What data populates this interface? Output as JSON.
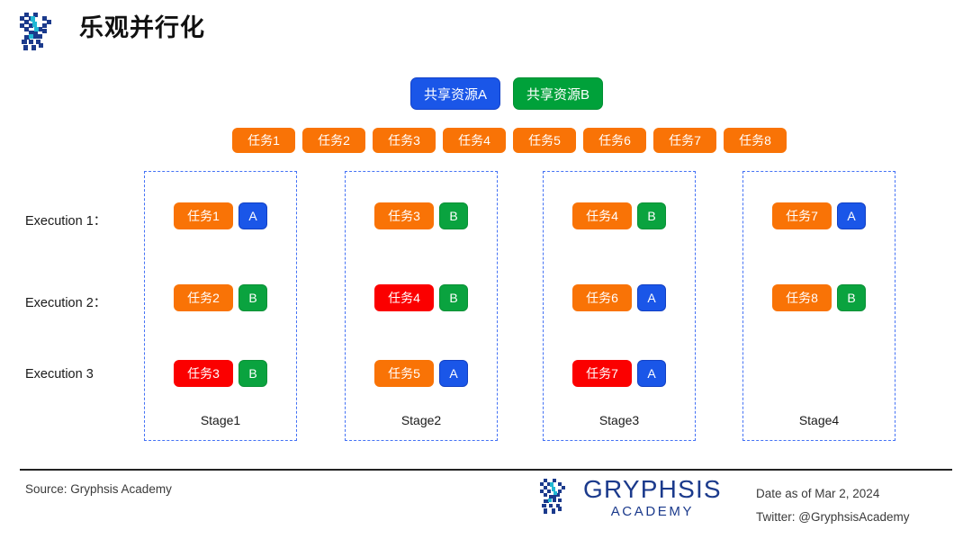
{
  "header": {
    "title": "乐观并行化",
    "logo_icon": "gryphsis-dragon-icon"
  },
  "resources": {
    "items": [
      {
        "label": "共享资源A",
        "color": "#1a56e8"
      },
      {
        "label": "共享资源B",
        "color": "#00a13a"
      }
    ]
  },
  "task_strip": {
    "tasks": [
      "任务1",
      "任务2",
      "任务3",
      "任务4",
      "任务5",
      "任务6",
      "任务7",
      "任务8"
    ],
    "color": "#f97306"
  },
  "executions": {
    "labels": [
      "Execution 1：",
      "Execution 2：",
      "Execution 3"
    ]
  },
  "stages": [
    {
      "label": "Stage1",
      "rows": [
        {
          "task": "任务1",
          "task_color": "#f97306",
          "badge": "A",
          "badge_color": "#1a56e8"
        },
        {
          "task": "任务2",
          "task_color": "#f97306",
          "badge": "B",
          "badge_color": "#0aa33f"
        },
        {
          "task": "任务3",
          "task_color": "#fb0000",
          "badge": "B",
          "badge_color": "#0aa33f"
        }
      ]
    },
    {
      "label": "Stage2",
      "rows": [
        {
          "task": "任务3",
          "task_color": "#f97306",
          "badge": "B",
          "badge_color": "#0aa33f"
        },
        {
          "task": "任务4",
          "task_color": "#fb0000",
          "badge": "B",
          "badge_color": "#0aa33f"
        },
        {
          "task": "任务5",
          "task_color": "#f97306",
          "badge": "A",
          "badge_color": "#1a56e8"
        }
      ]
    },
    {
      "label": "Stage3",
      "rows": [
        {
          "task": "任务4",
          "task_color": "#f97306",
          "badge": "B",
          "badge_color": "#0aa33f"
        },
        {
          "task": "任务6",
          "task_color": "#f97306",
          "badge": "A",
          "badge_color": "#1a56e8"
        },
        {
          "task": "任务7",
          "task_color": "#fb0000",
          "badge": "A",
          "badge_color": "#1a56e8"
        }
      ]
    },
    {
      "label": "Stage4",
      "rows": [
        {
          "task": "任务7",
          "task_color": "#f97306",
          "badge": "A",
          "badge_color": "#1a56e8"
        },
        {
          "task": "任务8",
          "task_color": "#f97306",
          "badge": "B",
          "badge_color": "#0aa33f"
        },
        {
          "task": "",
          "task_color": "",
          "badge": "",
          "badge_color": ""
        }
      ]
    }
  ],
  "footer": {
    "source": "Source: Gryphsis Academy",
    "brand_main": "GRYPHSIS",
    "brand_sub": "ACADEMY",
    "date": "Date as of Mar 2, 2024",
    "twitter": "Twitter: @GryphsisAcademy"
  }
}
